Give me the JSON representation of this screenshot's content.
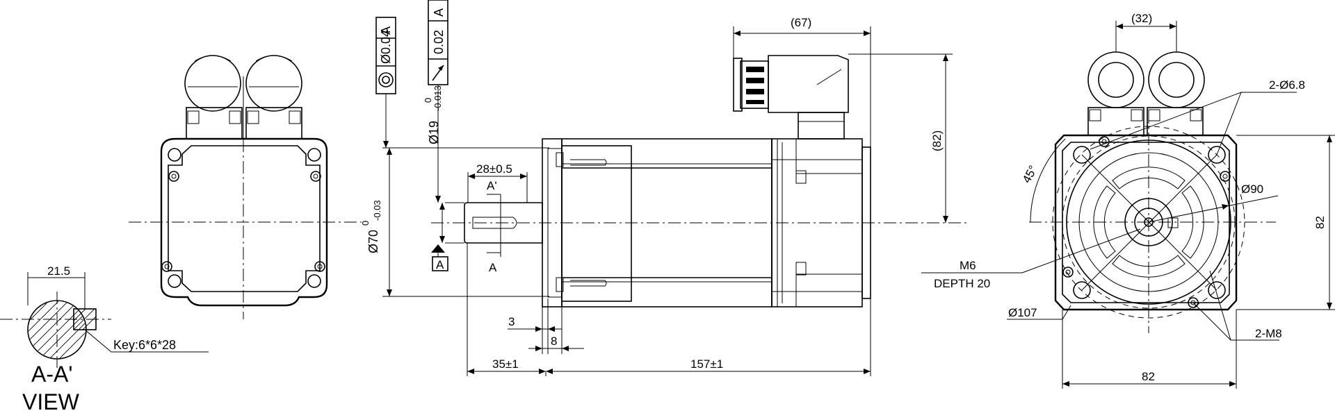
{
  "dimensions": {
    "key_width": "21.5",
    "key_spec": "Key:6*6*28",
    "section_title_line1": "A-A'",
    "section_title_line2": "VIEW",
    "flange_pilot_dia": "Ø70",
    "flange_pilot_tol_upper": "0",
    "flange_pilot_tol_lower": "-0.03",
    "shaft_dia": "Ø19",
    "shaft_tol_upper": "0",
    "shaft_tol_lower": "-0.013",
    "shaft_key_length": "28±0.5",
    "section_mark_top": "A'",
    "section_mark_bottom": "A",
    "datum": "A",
    "dim_3": "3",
    "dim_8": "8",
    "shaft_length": "35±1",
    "body_length": "157±1",
    "connector_length": "(67)",
    "connector_height": "(82)",
    "connector_spacing": "(32)",
    "mount_holes": "2-Ø6.8",
    "bolt_circle": "Ø90",
    "angle": "45°",
    "tap_hole_line1": "M6",
    "tap_hole_line2": "DEPTH 20",
    "outer_circle": "Ø107",
    "tapped_holes": "2-M8",
    "flange_height": "82",
    "flange_width": "82"
  },
  "tolerance_frames": {
    "concentricity_value": "Ø0.04",
    "concentricity_datum": "A",
    "runout_value": "0.02",
    "runout_datum": "A"
  },
  "icons": {
    "concentricity": "concentricity-symbol-icon",
    "runout": "runout-arrow-icon"
  }
}
